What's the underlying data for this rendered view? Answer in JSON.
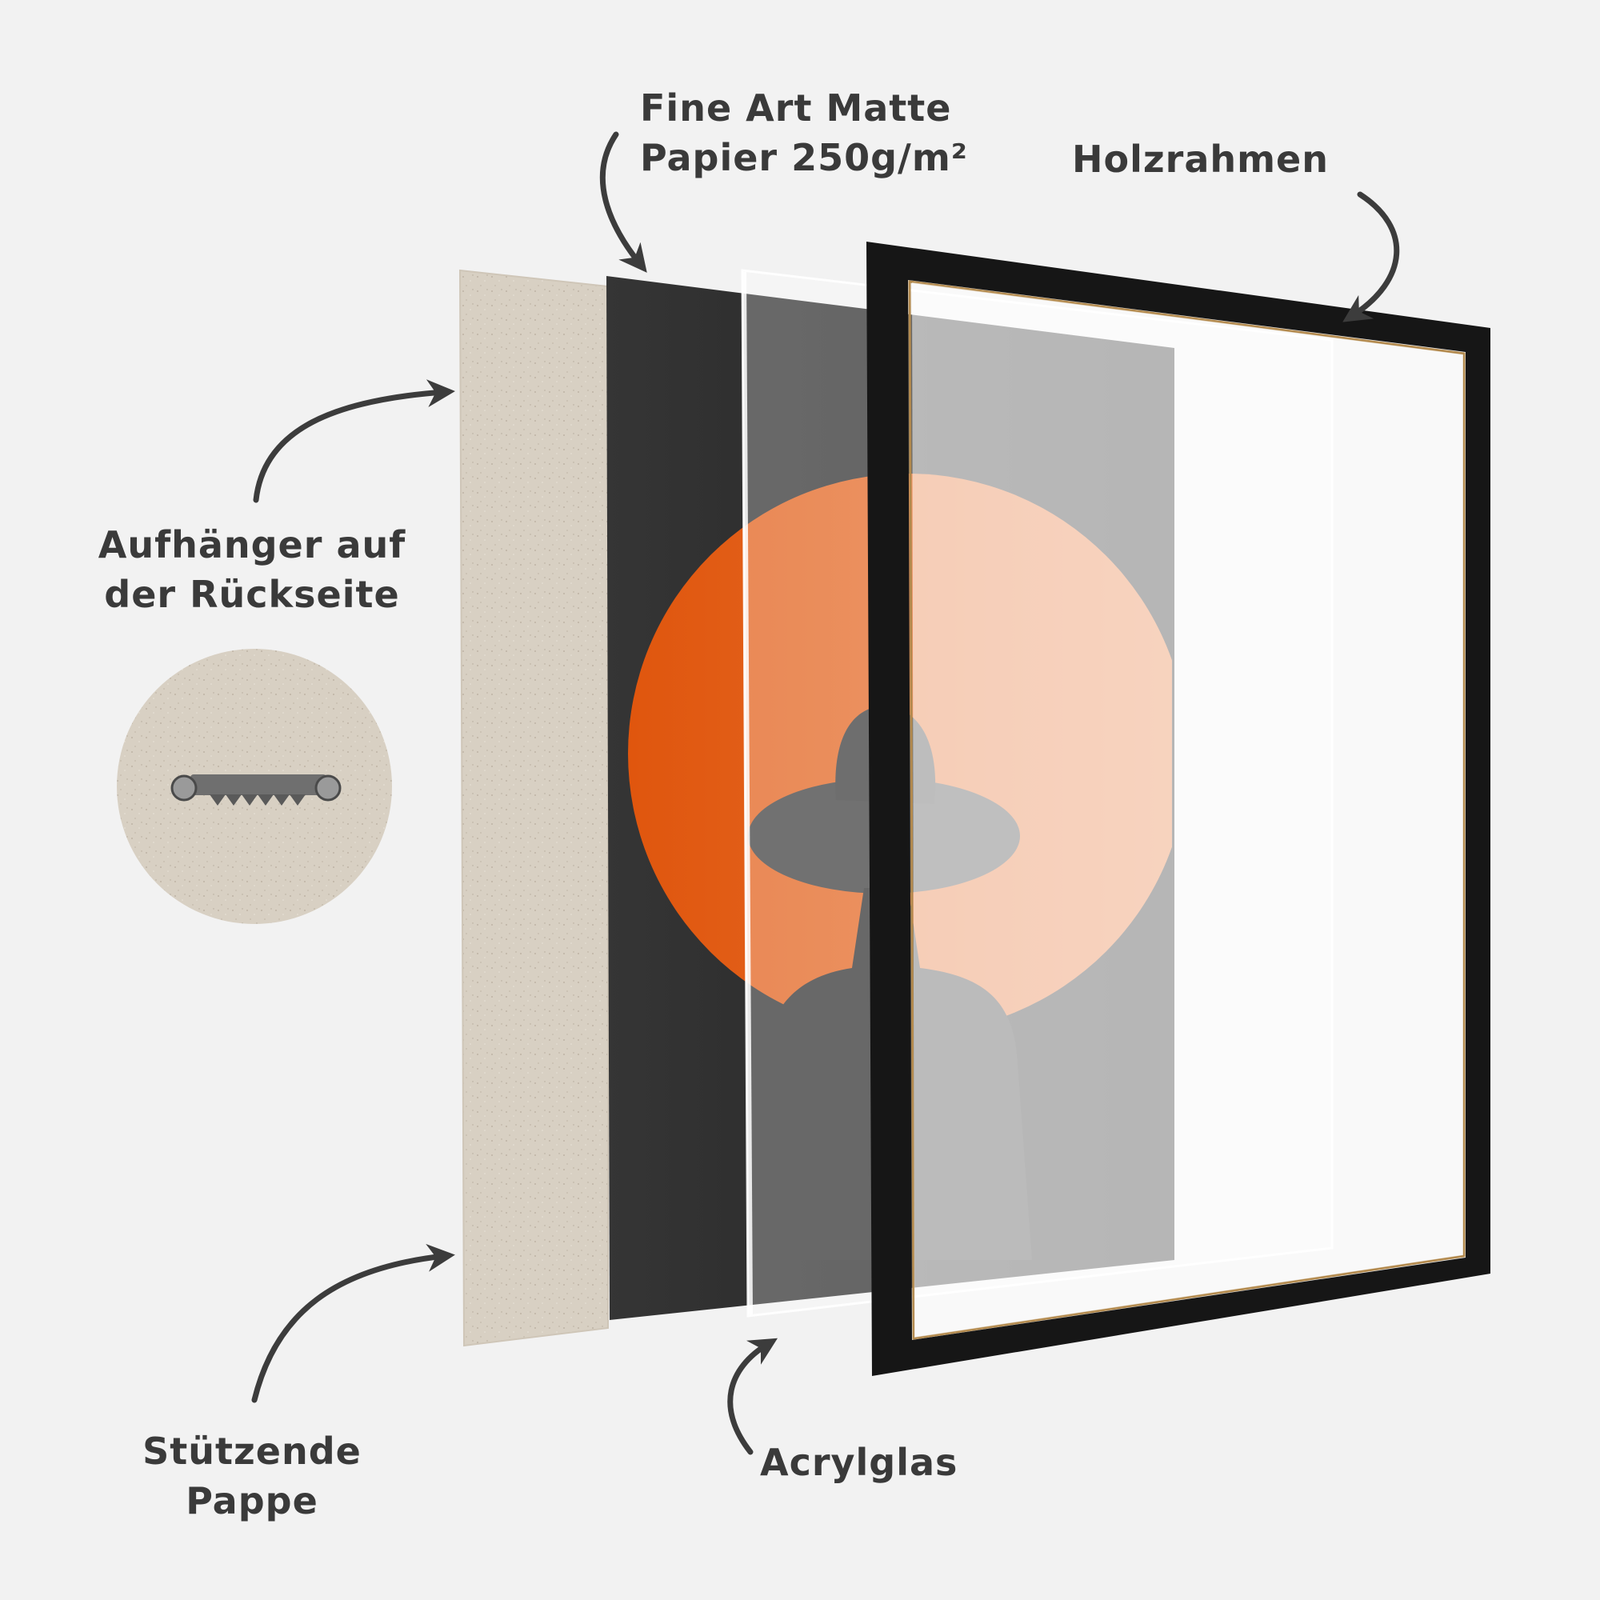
{
  "labels": {
    "paper": {
      "line1": "Fine Art Matte",
      "line2": "Papier 250g/m²"
    },
    "frame": {
      "line1": "Holzrahmen"
    },
    "hanger": {
      "line1": "Aufhänger auf",
      "line2": "der Rückseite"
    },
    "cardboard": {
      "line1": "Stützende",
      "line2": "Pappe"
    },
    "acrylic": {
      "line1": "Acrylglas"
    }
  },
  "colors": {
    "background": "#f2f2f2",
    "text": "#3a3a3a",
    "arrow": "#3c3c3c",
    "cardboard": "#d9d1c5",
    "print_dark": "#2f2f2f",
    "sun_orange": "#e0560e",
    "frame_black": "#161616"
  },
  "icons": [
    "curved-arrow-icon",
    "sawtooth-hanger-icon"
  ]
}
